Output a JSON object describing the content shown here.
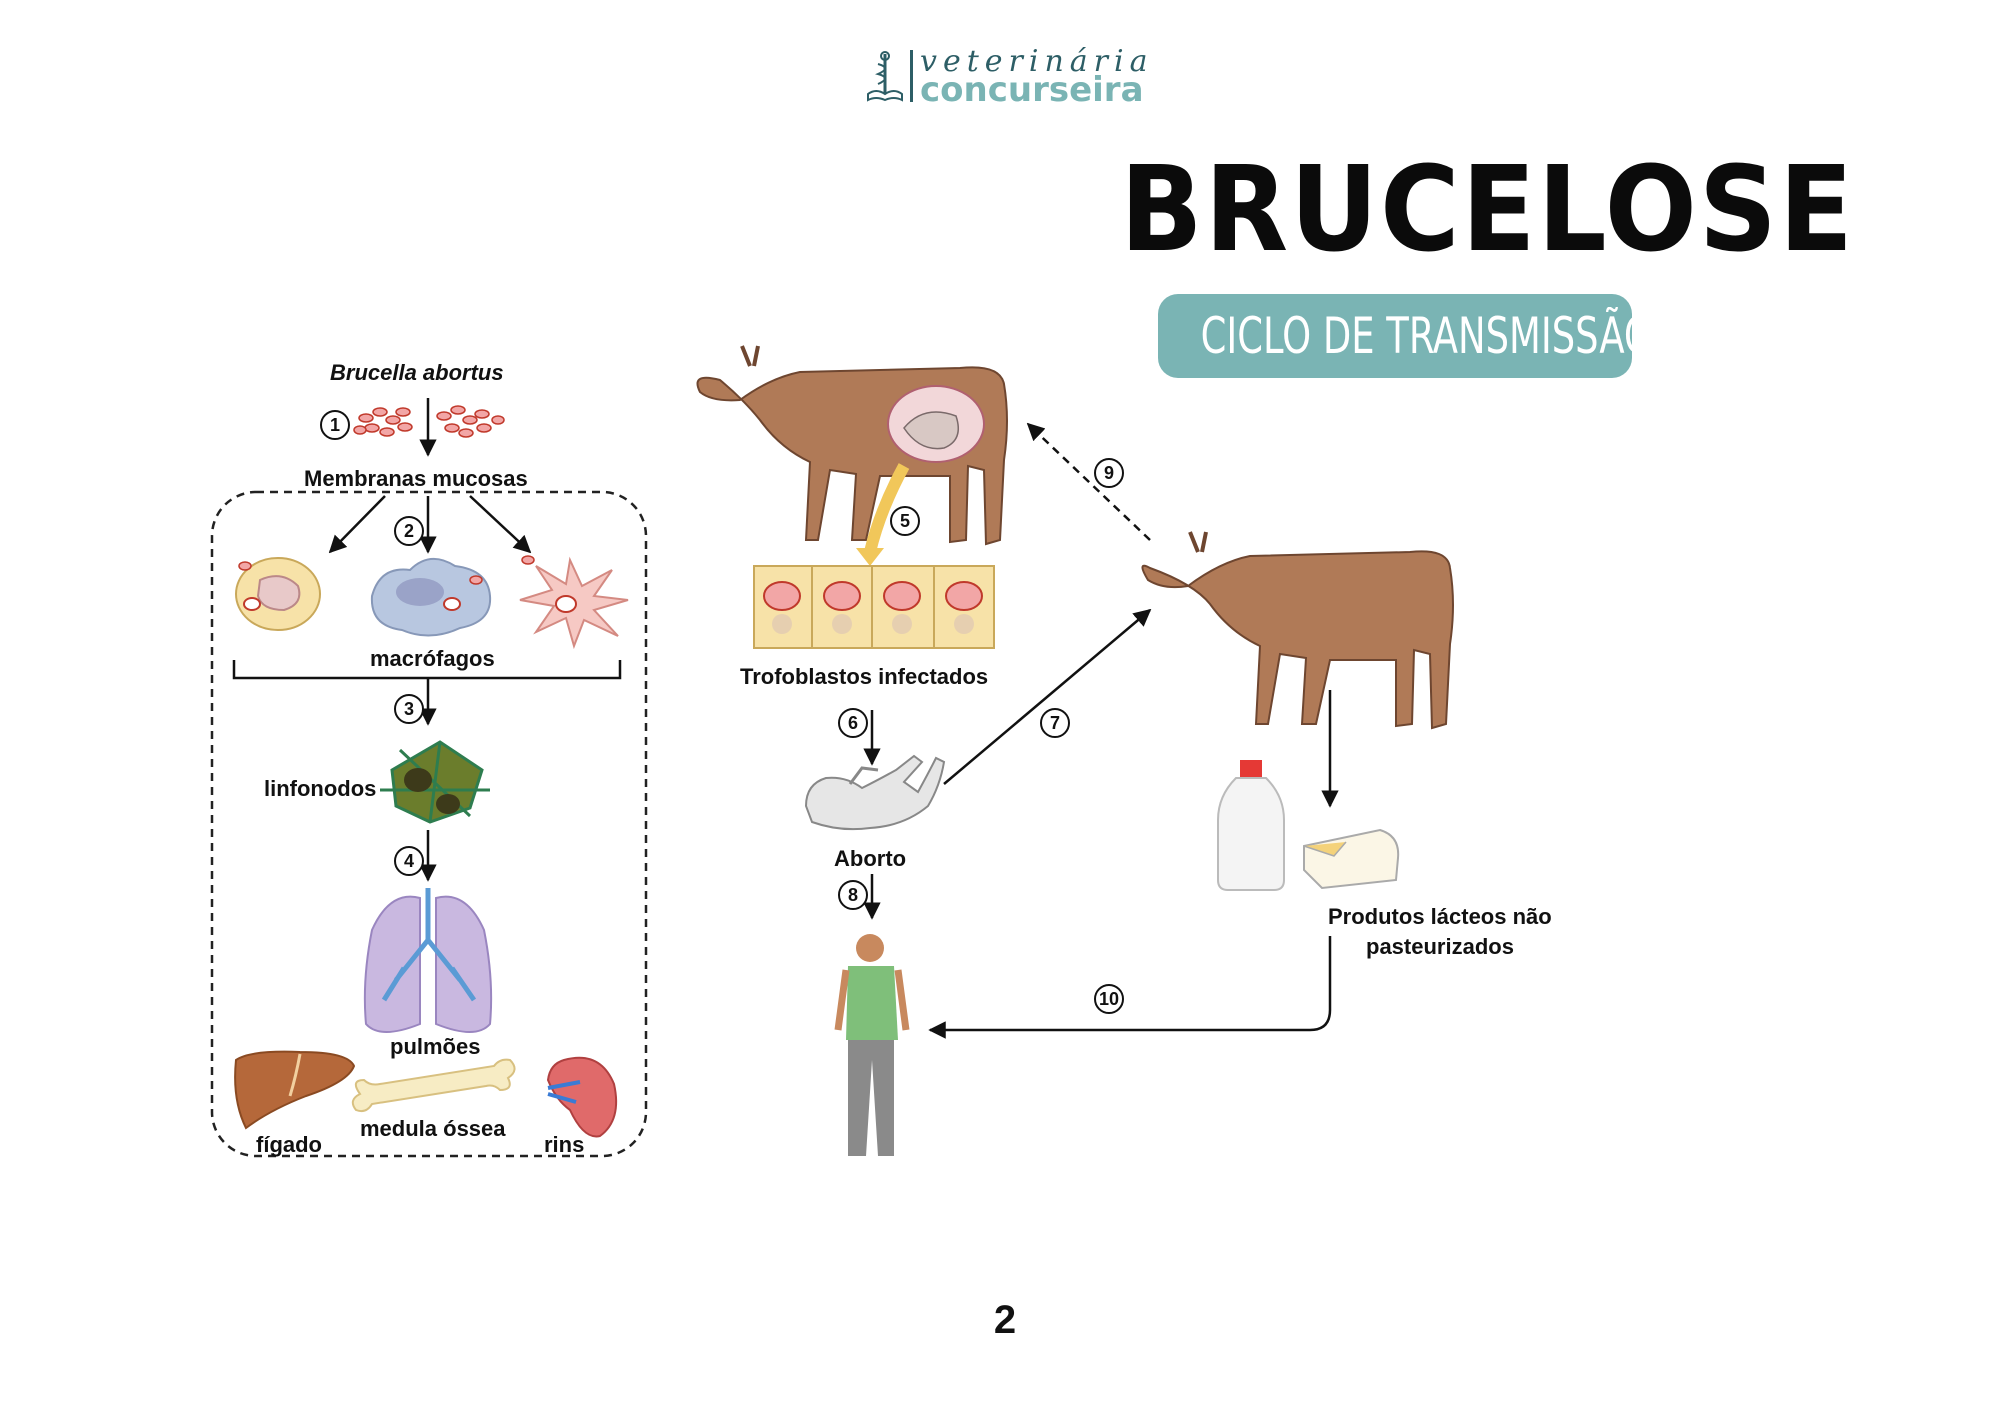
{
  "logo": {
    "script_text": "veterinária",
    "main_text": "concurseira"
  },
  "title": "BRUCELOSE",
  "subtitle": "CICLO DE TRANSMISSÃO",
  "labels": {
    "bacteria": "Brucella abortus",
    "mucosa": "Membranas mucosas",
    "macrophages": "macrófagos",
    "lymph_nodes": "linfonodos",
    "lungs": "pulmões",
    "liver": "fígado",
    "bone_marrow": "medula óssea",
    "kidneys": "rins",
    "trophoblasts": "Trofoblastos infectados",
    "abortion": "Aborto",
    "dairy_line1": "Produtos lácteos não",
    "dairy_line2": "pasteurizados"
  },
  "steps": [
    "1",
    "2",
    "3",
    "4",
    "5",
    "6",
    "7",
    "8",
    "9",
    "10"
  ],
  "page_number": "2",
  "colors": {
    "accent": "#7ab4b4",
    "cow": "#b07a57",
    "text": "#111111"
  }
}
